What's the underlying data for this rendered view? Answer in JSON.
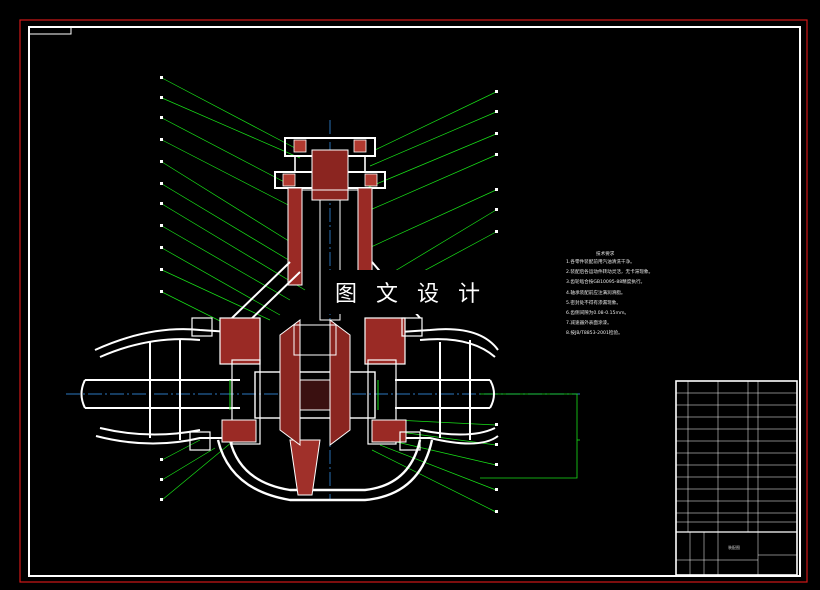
{
  "drawing": {
    "type": "CAD mechanical assembly drawing (section view)",
    "watermark_text": "图 文 设 计",
    "colors": {
      "background": "#000000",
      "outer_frame": "#d01818",
      "inner_frame": "#ffffff",
      "section_outline": "#ffffff",
      "hatching": "#c0392b",
      "leader_lines": "#18e018",
      "center_lines": "#3aa0ff",
      "title_block": "#ffffff"
    }
  },
  "notes": {
    "heading": "技术要求",
    "lines": [
      "1.各零件装配前用汽油清洗干净。",
      "2.装配后各运动件转动灵活，无卡滞现象。",
      "3.齿轮啮合按GB10095-88精度执行。",
      "4.轴承装配前应注满润滑脂。",
      "5.密封处不得有渗漏现象。",
      "6.齿侧间隙为0.08-0.15mm。",
      "7.减速器外表面涂漆。",
      "8.按JB/T8853-2001检验。"
    ]
  },
  "title_block": {
    "title": "装配图",
    "rows": [
      "",
      "",
      "",
      "",
      "",
      "",
      "",
      "",
      "",
      "",
      "",
      ""
    ]
  }
}
